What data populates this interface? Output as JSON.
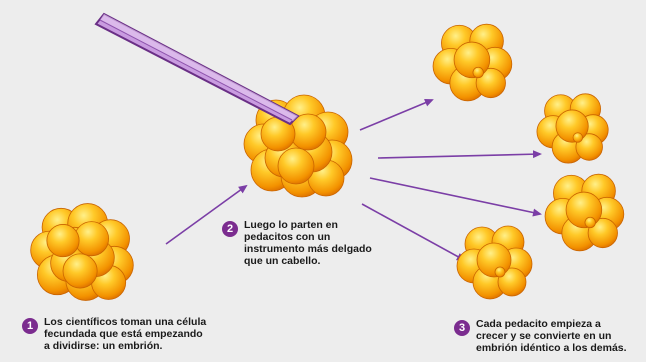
{
  "colors": {
    "background": "#ededed",
    "badge": "#7b2c8f",
    "arrow": "#7b3ea6",
    "cell_light": "#ffd23a",
    "cell_dark": "#e07800",
    "needle": "#b77fd4"
  },
  "steps": [
    {
      "number": "1",
      "lines": [
        "Los científicos toman una célula",
        "fecundada que está empezando",
        "a dividirse: un embrión."
      ]
    },
    {
      "number": "2",
      "lines": [
        "Luego lo parten en",
        "pedacitos con un",
        "instrumento más delgado",
        "que un cabello."
      ]
    },
    {
      "number": "3",
      "lines": [
        "Cada pedacito empieza a",
        "crecer y se convierte en un",
        "embrión idéntico a los demás."
      ]
    }
  ],
  "icons": {
    "cell": "cell-cluster-icon",
    "needle": "glass-needle-icon",
    "arrow": "arrow-icon"
  }
}
